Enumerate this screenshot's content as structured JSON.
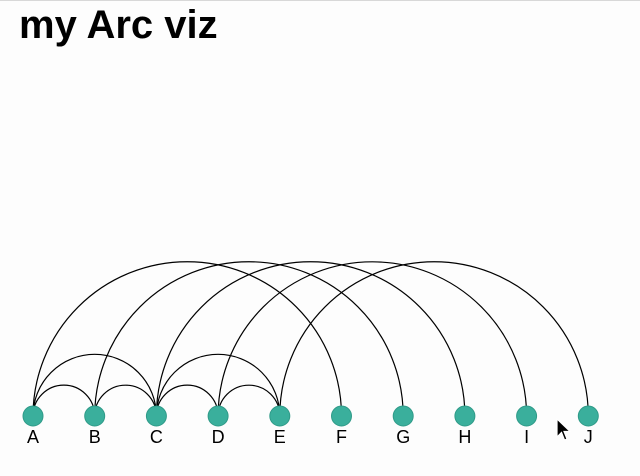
{
  "page": {
    "title": "my Arc viz"
  },
  "graph": {
    "nodes": [
      "A",
      "B",
      "C",
      "D",
      "E",
      "F",
      "G",
      "H",
      "I",
      "J"
    ],
    "links": [
      [
        "A",
        "B"
      ],
      [
        "A",
        "C"
      ],
      [
        "A",
        "F"
      ],
      [
        "B",
        "C"
      ],
      [
        "B",
        "G"
      ],
      [
        "C",
        "D"
      ],
      [
        "C",
        "E"
      ],
      [
        "C",
        "H"
      ],
      [
        "D",
        "E"
      ],
      [
        "D",
        "I"
      ],
      [
        "E",
        "J"
      ]
    ],
    "node_color": "#3aaf9c",
    "link_color": "#000000"
  }
}
